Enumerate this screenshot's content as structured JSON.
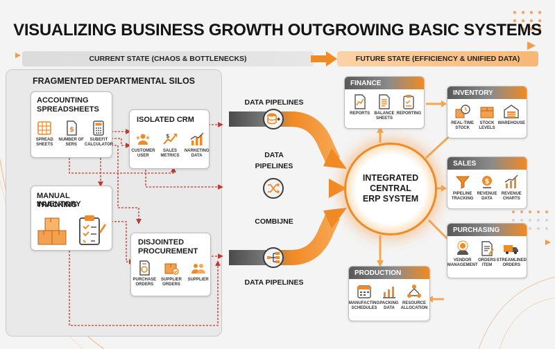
{
  "title": "VISUALIZING BUSINESS GROWTH OUTGROWING BASIC SYSTEMS",
  "banners": {
    "current": "CURRENT STATE (CHAOS & BOTTLENECKS)",
    "future": "FUTURE STATE (EFFICIENCY & UNIFIED DATA)"
  },
  "silos": {
    "title": "FRAGMENTED DEPARTMENTAL SILOS",
    "accounting": {
      "title_line1": "ACCOUNTING",
      "title_line2": "SPREADSHEETS",
      "items": [
        "SPREAD SHEETS",
        "NUMBER OF SERS",
        "SUBEFIT CALCULATOR"
      ]
    },
    "crm": {
      "title": "ISOLATED CRM",
      "items": [
        "CUSTOMER USER",
        "SALES METRICS",
        "NARKETING DATA"
      ]
    },
    "inventory": {
      "title_line1": "MANUAL INVENTORY",
      "title_line2": "TRACKING"
    },
    "procurement": {
      "title_line1": "DISJOINTED",
      "title_line2": "PROCUREMENT",
      "items": [
        "PURCHASE ORDERS",
        "SUPPLIER ORDERS",
        "SUPPLIER"
      ]
    }
  },
  "flows": {
    "label1": "DATA PIPELINES",
    "label2_line1": "DATA",
    "label2_line2": "PIPELINES",
    "label3": "COMBIJNE",
    "label4": "DATA PIPELINES"
  },
  "hub": {
    "line1": "INTEGRATED",
    "line2": "CENTRAL",
    "line3": "ERP SYSTEM"
  },
  "modules": {
    "finance": {
      "title": "FINANCE",
      "items": [
        "REPORTS",
        "BALANCE SHEETS",
        "REPORTING"
      ]
    },
    "inventory": {
      "title": "INVENTORY",
      "items": [
        "REAL-TIME STOCK",
        "STOCK LEVELS",
        "WAREHOUSE"
      ]
    },
    "sales": {
      "title": "SALES",
      "items": [
        "PIPELINE TRACKING",
        "REVENUE DATA",
        "REVENUE CHARTS"
      ]
    },
    "purchasing": {
      "title": "PURCHASING",
      "items": [
        "VENDOR MANAGEMENT",
        "ORDERS ITEM",
        "STREAMLINED ORDERS"
      ]
    },
    "production": {
      "title": "PRODUCTION",
      "items": [
        "MANUFACTING SCHEDULES",
        "PACKING DATA",
        "RESOURCE ALLOCATION"
      ]
    }
  },
  "colors": {
    "accent_orange": "#f08a24",
    "dark_gray": "#5a5a5a",
    "dashed_red": "#c0392b",
    "panel_gray": "#e9e9e9"
  }
}
